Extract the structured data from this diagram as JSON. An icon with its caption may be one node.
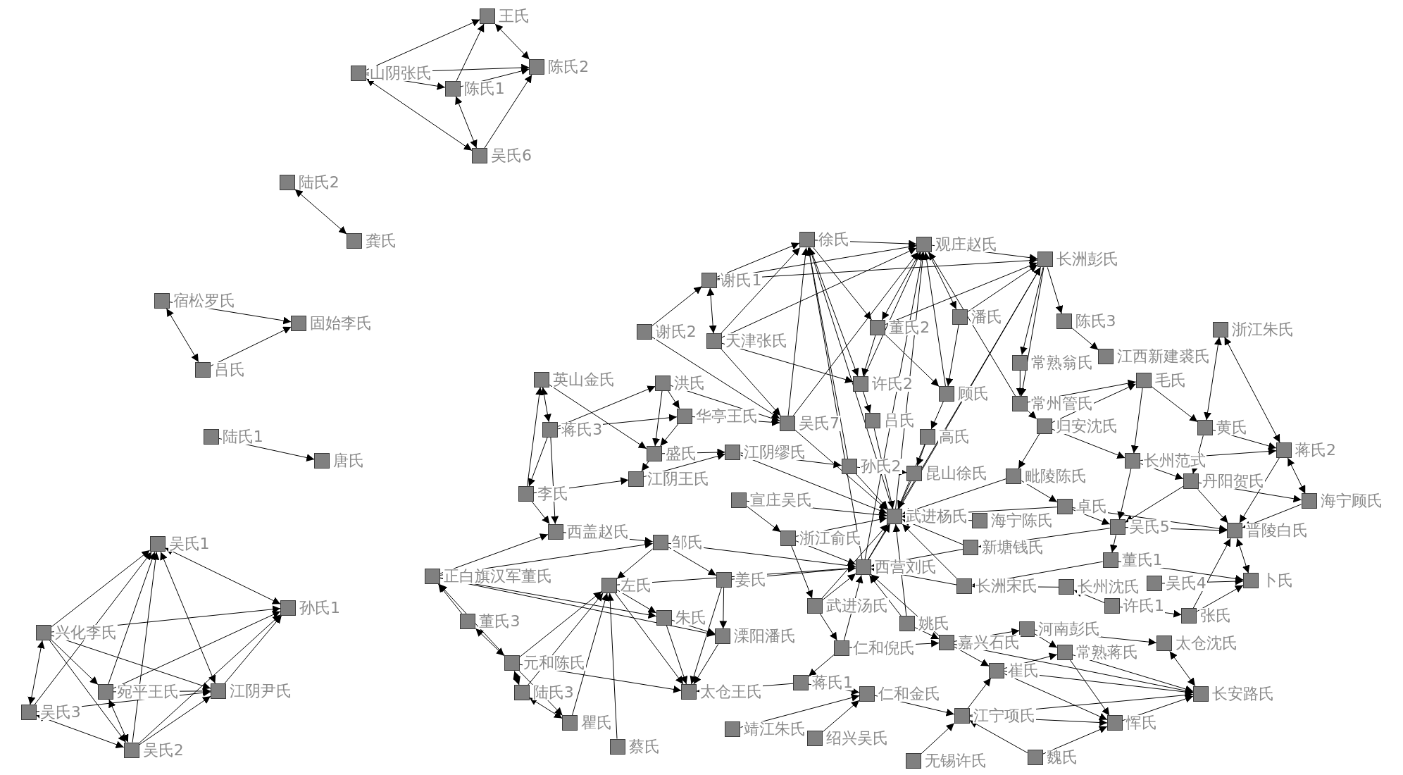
{
  "diagram": {
    "nodes": [
      {
        "text": [
          "王氏"
        ]
      },
      {
        "text": [
          "山阴张氏"
        ]
      },
      {
        "text": [
          "陈氏2"
        ]
      },
      {
        "text": [
          "陈氏1"
        ]
      },
      {
        "text": [
          "吴氏6"
        ]
      },
      {
        "text": [
          "陆氏2"
        ]
      },
      {
        "text": [
          "龚氏"
        ]
      },
      {
        "text": [
          "宿松罗氏"
        ]
      },
      {
        "text": [
          "固始李氏"
        ]
      },
      {
        "text": [
          "吕氏"
        ]
      },
      {
        "text": [
          "陆氏1"
        ]
      },
      {
        "text": [
          "唐氏"
        ]
      },
      {
        "text": [
          "吴氏1"
        ]
      },
      {
        "text": [
          "孙氏1"
        ]
      },
      {
        "text": [
          "兴化李氏"
        ]
      },
      {
        "text": [
          "宛平王氏"
        ]
      },
      {
        "text": [
          "江阴尹氏"
        ]
      },
      {
        "text": [
          "吴氏3"
        ]
      },
      {
        "text": [
          "吴氏2"
        ]
      },
      {
        "text": [
          "徐氏"
        ]
      },
      {
        "text": [
          "观庄赵氏"
        ]
      },
      {
        "text": [
          "长洲彭氏"
        ]
      },
      {
        "text": [
          "谢氏1"
        ]
      },
      {
        "text": [
          "谢氏2"
        ]
      },
      {
        "text": [
          "天津张氏"
        ]
      },
      {
        "text": [
          "董氏2"
        ]
      },
      {
        "text": [
          "潘氏"
        ]
      },
      {
        "text": [
          "陈氏3"
        ]
      },
      {
        "text": [
          "浙江朱氏"
        ]
      },
      {
        "text": [
          "常熟翁氏"
        ]
      },
      {
        "text": [
          "江西新建裘氏"
        ]
      },
      {
        "text": [
          "英山金氏"
        ]
      },
      {
        "text": [
          "洪氏"
        ]
      },
      {
        "text": [
          "许氏2"
        ]
      },
      {
        "text": [
          "顾氏"
        ]
      },
      {
        "text": [
          "常州管氏"
        ]
      },
      {
        "text": [
          "毛氏"
        ]
      },
      {
        "text": [
          "华亭王氏"
        ]
      },
      {
        "text": [
          "吴氏7"
        ]
      },
      {
        "text": [
          "吕氏"
        ]
      },
      {
        "text": [
          "归安沈氏"
        ]
      },
      {
        "text": [
          "黄氏"
        ]
      },
      {
        "text": [
          "蒋氏3"
        ]
      },
      {
        "text": [
          "高氏"
        ]
      },
      {
        "text": [
          "蒋氏2"
        ]
      },
      {
        "text": [
          "盛氏"
        ]
      },
      {
        "text": [
          "江阴缪氏"
        ]
      },
      {
        "text": [
          "孙氏2"
        ]
      },
      {
        "text": [
          "长州范式"
        ]
      },
      {
        "text": [
          "昆山徐氏"
        ]
      },
      {
        "text": [
          "毗陵陈氏"
        ]
      },
      {
        "text": [
          "江阴王氏"
        ]
      },
      {
        "text": [
          "丹阳贺氏"
        ]
      },
      {
        "text": [
          "李氏"
        ]
      },
      {
        "text": [
          "宣庄吴氏"
        ]
      },
      {
        "text": [
          "海宁顾氏"
        ]
      },
      {
        "text": [
          "卓氏"
        ]
      },
      {
        "text": [
          "武进杨氏"
        ]
      },
      {
        "text": [
          "海宁陈氏"
        ]
      },
      {
        "text": [
          "吴氏5"
        ]
      },
      {
        "text": [
          "西盖赵氏"
        ]
      },
      {
        "text": [
          "晋陵白氏"
        ]
      },
      {
        "text": [
          "浙江俞氏"
        ]
      },
      {
        "text": [
          "邹氏"
        ]
      },
      {
        "text": [
          "新塘钱氏"
        ]
      },
      {
        "text": [
          "董氏1"
        ]
      },
      {
        "text": [
          "西营刘氏"
        ]
      },
      {
        "text": [
          "正白旗汉军董氏"
        ]
      },
      {
        "text": [
          "姜氏"
        ]
      },
      {
        "text": [
          "卜氏"
        ]
      },
      {
        "text": [
          "吴氏4"
        ]
      },
      {
        "text": [
          "左氏"
        ]
      },
      {
        "text": [
          "长洲宋氏"
        ]
      },
      {
        "text": [
          "长州沈氏"
        ]
      },
      {
        "text": [
          "许氏1"
        ]
      },
      {
        "text": [
          "武进汤氏"
        ]
      },
      {
        "text": [
          "张氏"
        ]
      },
      {
        "text": [
          "朱氏"
        ]
      },
      {
        "text": [
          "董氏3"
        ]
      },
      {
        "text": [
          "姚氏"
        ]
      },
      {
        "text": [
          "河南彭氏"
        ]
      },
      {
        "text": [
          "溧阳潘氏"
        ]
      },
      {
        "text": [
          "嘉兴石氏"
        ]
      },
      {
        "text": [
          "太仓沈氏"
        ]
      },
      {
        "text": [
          "仁和倪氏"
        ]
      },
      {
        "text": [
          "常熟蒋氏"
        ]
      },
      {
        "text": [
          "元和陈氏"
        ]
      },
      {
        "text": [
          "崔氏"
        ]
      },
      {
        "text": [
          "蒋氏1"
        ]
      },
      {
        "text": [
          "太仓王氏"
        ]
      },
      {
        "text": [
          "陆氏3"
        ]
      },
      {
        "text": [
          "仁和金氏"
        ]
      },
      {
        "text": [
          "长安路氏"
        ]
      },
      {
        "text": [
          "江宁项氏"
        ]
      },
      {
        "text": [
          "恽氏"
        ]
      },
      {
        "text": [
          "瞿氏"
        ]
      },
      {
        "text": [
          "靖江朱氏"
        ]
      },
      {
        "text": [
          "绍兴吴氏"
        ]
      },
      {
        "text": [
          "蔡氏"
        ]
      },
      {
        "text": [
          "魏氏"
        ]
      },
      {
        "text": [
          "无锡许氏"
        ]
      }
    ],
    "edges": [
      {
        "from": 1,
        "to": 0,
        "arrow": "to"
      },
      {
        "from": 3,
        "to": 0,
        "arrow": "to"
      },
      {
        "from": 0,
        "to": 2,
        "arrow": "both"
      },
      {
        "from": 1,
        "to": 2,
        "arrow": "to"
      },
      {
        "from": 1,
        "to": 3,
        "arrow": "to"
      },
      {
        "from": 3,
        "to": 2,
        "arrow": "to"
      },
      {
        "from": 1,
        "to": 4,
        "arrow": "both"
      },
      {
        "from": 3,
        "to": 4,
        "arrow": "both"
      },
      {
        "from": 4,
        "to": 2,
        "arrow": "to"
      },
      {
        "from": 5,
        "to": 6,
        "arrow": "both"
      },
      {
        "from": 7,
        "to": 8,
        "arrow": "to"
      },
      {
        "from": 7,
        "to": 9,
        "arrow": "both"
      },
      {
        "from": 9,
        "to": 8,
        "arrow": "to"
      },
      {
        "from": 10,
        "to": 11,
        "arrow": "to"
      },
      {
        "from": 12,
        "to": 13,
        "arrow": "both"
      },
      {
        "from": 14,
        "to": 12,
        "arrow": "to"
      },
      {
        "from": 14,
        "to": 13,
        "arrow": "to"
      },
      {
        "from": 14,
        "to": 17,
        "arrow": "both"
      },
      {
        "from": 14,
        "to": 15,
        "arrow": "to"
      },
      {
        "from": 14,
        "to": 18,
        "arrow": "to"
      },
      {
        "from": 14,
        "to": 16,
        "arrow": "to"
      },
      {
        "from": 15,
        "to": 12,
        "arrow": "to"
      },
      {
        "from": 15,
        "to": 13,
        "arrow": "to"
      },
      {
        "from": 15,
        "to": 16,
        "arrow": "to"
      },
      {
        "from": 15,
        "to": 18,
        "arrow": "both"
      },
      {
        "from": 12,
        "to": 16,
        "arrow": "both"
      },
      {
        "from": 18,
        "to": 12,
        "arrow": "to"
      },
      {
        "from": 17,
        "to": 12,
        "arrow": "to"
      },
      {
        "from": 17,
        "to": 18,
        "arrow": "both"
      },
      {
        "from": 17,
        "to": 16,
        "arrow": "to"
      },
      {
        "from": 18,
        "to": 16,
        "arrow": "to"
      },
      {
        "from": 18,
        "to": 13,
        "arrow": "to"
      },
      {
        "from": 16,
        "to": 13,
        "arrow": "to"
      },
      {
        "from": 22,
        "to": 19,
        "arrow": "to"
      },
      {
        "from": 23,
        "to": 22,
        "arrow": "to"
      },
      {
        "from": 22,
        "to": 24,
        "arrow": "both"
      },
      {
        "from": 24,
        "to": 19,
        "arrow": "to"
      },
      {
        "from": 24,
        "to": 20,
        "arrow": "to"
      },
      {
        "from": 22,
        "to": 20,
        "arrow": "to"
      },
      {
        "from": 22,
        "to": 21,
        "arrow": "to"
      },
      {
        "from": 19,
        "to": 20,
        "arrow": "to"
      },
      {
        "from": 19,
        "to": 25,
        "arrow": "to"
      },
      {
        "from": 19,
        "to": 33,
        "arrow": "to"
      },
      {
        "from": 20,
        "to": 21,
        "arrow": "to"
      },
      {
        "from": 20,
        "to": 25,
        "arrow": "to"
      },
      {
        "from": 20,
        "to": 26,
        "arrow": "to"
      },
      {
        "from": 21,
        "to": 27,
        "arrow": "to"
      },
      {
        "from": 27,
        "to": 30,
        "arrow": "to"
      },
      {
        "from": 21,
        "to": 35,
        "arrow": "to"
      },
      {
        "from": 21,
        "to": 29,
        "arrow": "to"
      },
      {
        "from": 26,
        "to": 21,
        "arrow": "to"
      },
      {
        "from": 25,
        "to": 21,
        "arrow": "to"
      },
      {
        "from": 33,
        "to": 20,
        "arrow": "to"
      },
      {
        "from": 34,
        "to": 20,
        "arrow": "to"
      },
      {
        "from": 35,
        "to": 20,
        "arrow": "to"
      },
      {
        "from": 38,
        "to": 19,
        "arrow": "to"
      },
      {
        "from": 38,
        "to": 20,
        "arrow": "to"
      },
      {
        "from": 47,
        "to": 19,
        "arrow": "to"
      },
      {
        "from": 57,
        "to": 19,
        "arrow": "to"
      },
      {
        "from": 57,
        "to": 20,
        "arrow": "to"
      },
      {
        "from": 57,
        "to": 21,
        "arrow": "to"
      },
      {
        "from": 66,
        "to": 19,
        "arrow": "to"
      },
      {
        "from": 66,
        "to": 20,
        "arrow": "to"
      },
      {
        "from": 66,
        "to": 21,
        "arrow": "to"
      },
      {
        "from": 24,
        "to": 38,
        "arrow": "to"
      },
      {
        "from": 24,
        "to": 33,
        "arrow": "to"
      },
      {
        "from": 23,
        "to": 38,
        "arrow": "to"
      },
      {
        "from": 31,
        "to": 42,
        "arrow": "both"
      },
      {
        "from": 53,
        "to": 31,
        "arrow": "to"
      },
      {
        "from": 42,
        "to": 53,
        "arrow": "to"
      },
      {
        "from": 53,
        "to": 60,
        "arrow": "to"
      },
      {
        "from": 42,
        "to": 60,
        "arrow": "to"
      },
      {
        "from": 31,
        "to": 45,
        "arrow": "to"
      },
      {
        "from": 32,
        "to": 45,
        "arrow": "to"
      },
      {
        "from": 32,
        "to": 37,
        "arrow": "to"
      },
      {
        "from": 37,
        "to": 38,
        "arrow": "to"
      },
      {
        "from": 42,
        "to": 32,
        "arrow": "to"
      },
      {
        "from": 42,
        "to": 37,
        "arrow": "to"
      },
      {
        "from": 45,
        "to": 46,
        "arrow": "to"
      },
      {
        "from": 51,
        "to": 46,
        "arrow": "to"
      },
      {
        "from": 53,
        "to": 51,
        "arrow": "to"
      },
      {
        "from": 45,
        "to": 51,
        "arrow": "to"
      },
      {
        "from": 37,
        "to": 45,
        "arrow": "to"
      },
      {
        "from": 32,
        "to": 38,
        "arrow": "to"
      },
      {
        "from": 28,
        "to": 41,
        "arrow": "both"
      },
      {
        "from": 28,
        "to": 44,
        "arrow": "both"
      },
      {
        "from": 36,
        "to": 41,
        "arrow": "to"
      },
      {
        "from": 44,
        "to": 55,
        "arrow": "both"
      },
      {
        "from": 41,
        "to": 44,
        "arrow": "to"
      },
      {
        "from": 36,
        "to": 48,
        "arrow": "to"
      },
      {
        "from": 40,
        "to": 48,
        "arrow": "to"
      },
      {
        "from": 40,
        "to": 36,
        "arrow": "to"
      },
      {
        "from": 35,
        "to": 36,
        "arrow": "to"
      },
      {
        "from": 48,
        "to": 52,
        "arrow": "to"
      },
      {
        "from": 41,
        "to": 52,
        "arrow": "to"
      },
      {
        "from": 52,
        "to": 55,
        "arrow": "to"
      },
      {
        "from": 48,
        "to": 44,
        "arrow": "to"
      },
      {
        "from": 52,
        "to": 61,
        "arrow": "to"
      },
      {
        "from": 59,
        "to": 61,
        "arrow": "to"
      },
      {
        "from": 56,
        "to": 61,
        "arrow": "to"
      },
      {
        "from": 76,
        "to": 61,
        "arrow": "to"
      },
      {
        "from": 76,
        "to": 69,
        "arrow": "to"
      },
      {
        "from": 61,
        "to": 69,
        "arrow": "both"
      },
      {
        "from": 65,
        "to": 69,
        "arrow": "to"
      },
      {
        "from": 70,
        "to": 69,
        "arrow": "to"
      },
      {
        "from": 74,
        "to": 76,
        "arrow": "to"
      },
      {
        "from": 59,
        "to": 65,
        "arrow": "to"
      },
      {
        "from": 67,
        "to": 60,
        "arrow": "to"
      },
      {
        "from": 67,
        "to": 63,
        "arrow": "to"
      },
      {
        "from": 67,
        "to": 77,
        "arrow": "to"
      },
      {
        "from": 67,
        "to": 81,
        "arrow": "to"
      },
      {
        "from": 78,
        "to": 67,
        "arrow": "to"
      },
      {
        "from": 86,
        "to": 67,
        "arrow": "to"
      },
      {
        "from": 78,
        "to": 86,
        "arrow": "both"
      },
      {
        "from": 86,
        "to": 90,
        "arrow": "both"
      },
      {
        "from": 90,
        "to": 95,
        "arrow": "both"
      },
      {
        "from": 86,
        "to": 95,
        "arrow": "to"
      },
      {
        "from": 86,
        "to": 71,
        "arrow": "to"
      },
      {
        "from": 95,
        "to": 71,
        "arrow": "to"
      },
      {
        "from": 98,
        "to": 71,
        "arrow": "to"
      },
      {
        "from": 90,
        "to": 71,
        "arrow": "to"
      },
      {
        "from": 86,
        "to": 89,
        "arrow": "to"
      },
      {
        "from": 71,
        "to": 89,
        "arrow": "to"
      },
      {
        "from": 77,
        "to": 89,
        "arrow": "to"
      },
      {
        "from": 81,
        "to": 89,
        "arrow": "to"
      },
      {
        "from": 68,
        "to": 89,
        "arrow": "to"
      },
      {
        "from": 71,
        "to": 77,
        "arrow": "to"
      },
      {
        "from": 63,
        "to": 71,
        "arrow": "to"
      },
      {
        "from": 60,
        "to": 63,
        "arrow": "to"
      },
      {
        "from": 63,
        "to": 68,
        "arrow": "to"
      },
      {
        "from": 68,
        "to": 81,
        "arrow": "to"
      },
      {
        "from": 77,
        "to": 81,
        "arrow": "to"
      },
      {
        "from": 80,
        "to": 83,
        "arrow": "to"
      },
      {
        "from": 83,
        "to": 92,
        "arrow": "both"
      },
      {
        "from": 85,
        "to": 92,
        "arrow": "to"
      },
      {
        "from": 82,
        "to": 92,
        "arrow": "to"
      },
      {
        "from": 87,
        "to": 92,
        "arrow": "to"
      },
      {
        "from": 93,
        "to": 92,
        "arrow": "to"
      },
      {
        "from": 94,
        "to": 92,
        "arrow": "to"
      },
      {
        "from": 93,
        "to": 94,
        "arrow": "to"
      },
      {
        "from": 99,
        "to": 94,
        "arrow": "to"
      },
      {
        "from": 87,
        "to": 94,
        "arrow": "to"
      },
      {
        "from": 85,
        "to": 94,
        "arrow": "to"
      },
      {
        "from": 97,
        "to": 91,
        "arrow": "to"
      },
      {
        "from": 96,
        "to": 91,
        "arrow": "to"
      },
      {
        "from": 100,
        "to": 93,
        "arrow": "to"
      },
      {
        "from": 99,
        "to": 93,
        "arrow": "to"
      },
      {
        "from": 91,
        "to": 93,
        "arrow": "to"
      },
      {
        "from": 88,
        "to": 91,
        "arrow": "to"
      },
      {
        "from": 84,
        "to": 88,
        "arrow": "to"
      },
      {
        "from": 88,
        "to": 89,
        "arrow": "to"
      },
      {
        "from": 47,
        "to": 57,
        "arrow": "to"
      },
      {
        "from": 49,
        "to": 57,
        "arrow": "to"
      },
      {
        "from": 54,
        "to": 57,
        "arrow": "to"
      },
      {
        "from": 62,
        "to": 57,
        "arrow": "to"
      },
      {
        "from": 64,
        "to": 57,
        "arrow": "to"
      },
      {
        "from": 66,
        "to": 57,
        "arrow": "to"
      },
      {
        "from": 43,
        "to": 57,
        "arrow": "to"
      },
      {
        "from": 50,
        "to": 57,
        "arrow": "to"
      },
      {
        "from": 56,
        "to": 57,
        "arrow": "to"
      },
      {
        "from": 58,
        "to": 57,
        "arrow": "to"
      },
      {
        "from": 46,
        "to": 57,
        "arrow": "to"
      },
      {
        "from": 72,
        "to": 57,
        "arrow": "to"
      },
      {
        "from": 75,
        "to": 57,
        "arrow": "to"
      },
      {
        "from": 79,
        "to": 57,
        "arrow": "to"
      },
      {
        "from": 39,
        "to": 57,
        "arrow": "to"
      },
      {
        "from": 38,
        "to": 57,
        "arrow": "to"
      },
      {
        "from": 62,
        "to": 66,
        "arrow": "to"
      },
      {
        "from": 68,
        "to": 66,
        "arrow": "to"
      },
      {
        "from": 75,
        "to": 66,
        "arrow": "to"
      },
      {
        "from": 72,
        "to": 66,
        "arrow": "to"
      },
      {
        "from": 64,
        "to": 66,
        "arrow": "to"
      },
      {
        "from": 84,
        "to": 66,
        "arrow": "to"
      },
      {
        "from": 79,
        "to": 66,
        "arrow": "to"
      },
      {
        "from": 71,
        "to": 66,
        "arrow": "to"
      },
      {
        "from": 63,
        "to": 66,
        "arrow": "to"
      },
      {
        "from": 82,
        "to": 66,
        "arrow": "to"
      },
      {
        "from": 59,
        "to": 64,
        "arrow": "to"
      },
      {
        "from": 65,
        "to": 72,
        "arrow": "to"
      },
      {
        "from": 73,
        "to": 72,
        "arrow": "to"
      },
      {
        "from": 74,
        "to": 73,
        "arrow": "to"
      },
      {
        "from": 56,
        "to": 59,
        "arrow": "to"
      },
      {
        "from": 50,
        "to": 56,
        "arrow": "to"
      },
      {
        "from": 40,
        "to": 50,
        "arrow": "to"
      },
      {
        "from": 35,
        "to": 40,
        "arrow": "to"
      },
      {
        "from": 29,
        "to": 35,
        "arrow": "to"
      },
      {
        "from": 34,
        "to": 43,
        "arrow": "to"
      },
      {
        "from": 33,
        "to": 39,
        "arrow": "to"
      },
      {
        "from": 25,
        "to": 33,
        "arrow": "to"
      },
      {
        "from": 26,
        "to": 34,
        "arrow": "to"
      },
      {
        "from": 25,
        "to": 34,
        "arrow": "to"
      },
      {
        "from": 43,
        "to": 49,
        "arrow": "to"
      },
      {
        "from": 47,
        "to": 49,
        "arrow": "to"
      },
      {
        "from": 46,
        "to": 47,
        "arrow": "to"
      },
      {
        "from": 54,
        "to": 62,
        "arrow": "to"
      },
      {
        "from": 62,
        "to": 75,
        "arrow": "to"
      },
      {
        "from": 75,
        "to": 84,
        "arrow": "to"
      },
      {
        "from": 84,
        "to": 82,
        "arrow": "to"
      },
      {
        "from": 79,
        "to": 82,
        "arrow": "to"
      },
      {
        "from": 82,
        "to": 87,
        "arrow": "to"
      },
      {
        "from": 87,
        "to": 85,
        "arrow": "to"
      },
      {
        "from": 80,
        "to": 85,
        "arrow": "to"
      },
      {
        "from": 82,
        "to": 80,
        "arrow": "to"
      },
      {
        "from": 93,
        "to": 87,
        "arrow": "to"
      },
      {
        "from": 44,
        "to": 61,
        "arrow": "to"
      },
      {
        "from": 55,
        "to": 61,
        "arrow": "to"
      },
      {
        "from": 52,
        "to": 59,
        "arrow": "to"
      },
      {
        "from": 48,
        "to": 59,
        "arrow": "to"
      }
    ]
  }
}
